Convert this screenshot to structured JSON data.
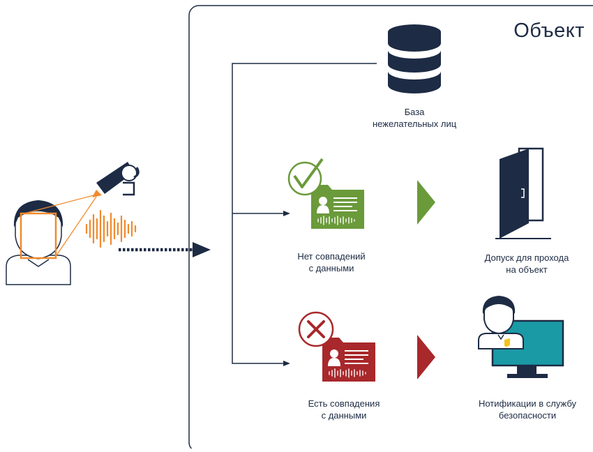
{
  "object_title": "Объект",
  "database": {
    "label_line1": "База",
    "label_line2": "нежелательных лиц"
  },
  "no_match": {
    "label_line1": "Нет совпадений",
    "label_line2": "с данными"
  },
  "access": {
    "label_line1": "Допуск для прохода",
    "label_line2": "на объект"
  },
  "match": {
    "label_line1": "Есть совпадения",
    "label_line2": "с данными"
  },
  "notify": {
    "label_line1": "Нотификации в службу",
    "label_line2": "безопасности"
  },
  "colors": {
    "navy": "#1d2b44",
    "orange": "#f08a2c",
    "green": "#6a9a3a",
    "red": "#a8282b",
    "teal": "#1a9aa5"
  }
}
